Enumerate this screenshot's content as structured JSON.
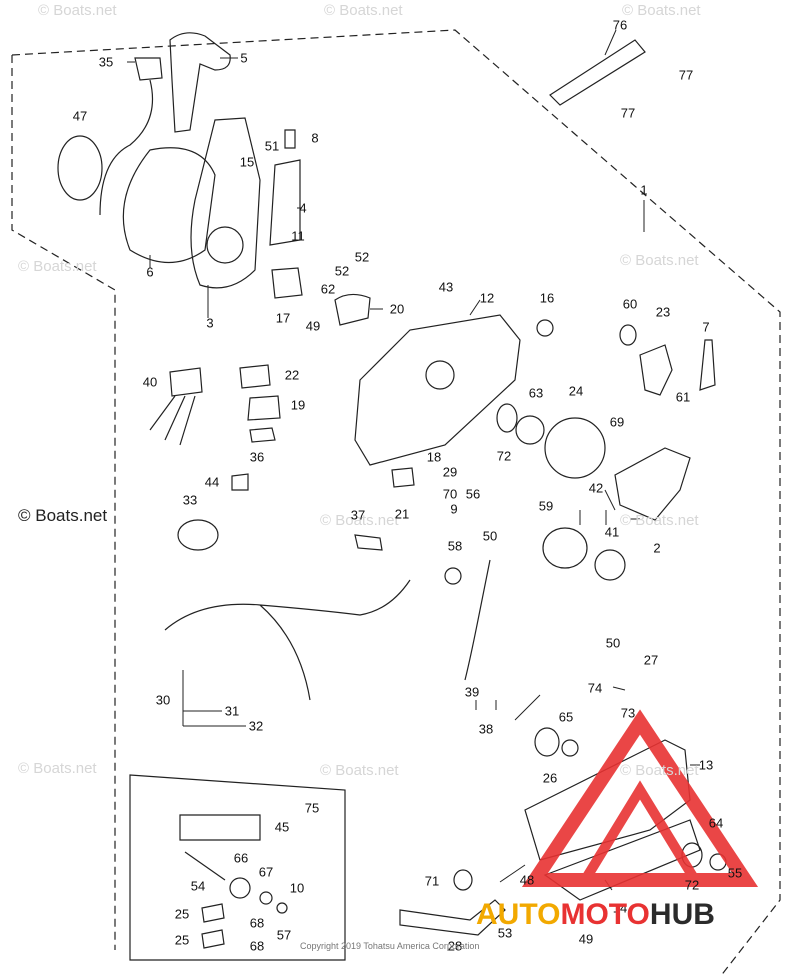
{
  "watermarks": {
    "light": "© Boats.net",
    "dark": "© Boats.net"
  },
  "copyright": "Copyright 2019 Tohatsu America Corporation",
  "logo": {
    "part1": "AUTO",
    "part2": "MOTO",
    "part3": "HUB"
  },
  "colors": {
    "line": "#222222",
    "watermark": "#d6d6d6",
    "logo_red": "#e83232",
    "logo_yellow": "#f2a900"
  },
  "callouts": [
    "1",
    "2",
    "3",
    "4",
    "5",
    "6",
    "7",
    "8",
    "9",
    "10",
    "11",
    "12",
    "13",
    "14",
    "15",
    "16",
    "17",
    "18",
    "19",
    "20",
    "21",
    "22",
    "23",
    "24",
    "25",
    "25",
    "26",
    "27",
    "28",
    "29",
    "30",
    "31",
    "32",
    "33",
    "35",
    "36",
    "37",
    "38",
    "39",
    "40",
    "41",
    "42",
    "43",
    "44",
    "45",
    "47",
    "48",
    "49",
    "49",
    "50",
    "50",
    "51",
    "52",
    "52",
    "53",
    "54",
    "55",
    "56",
    "57",
    "58",
    "59",
    "60",
    "61",
    "62",
    "63",
    "64",
    "65",
    "66",
    "67",
    "68",
    "68",
    "69",
    "70",
    "71",
    "72",
    "72",
    "73",
    "74",
    "75",
    "76",
    "77",
    "77"
  ]
}
